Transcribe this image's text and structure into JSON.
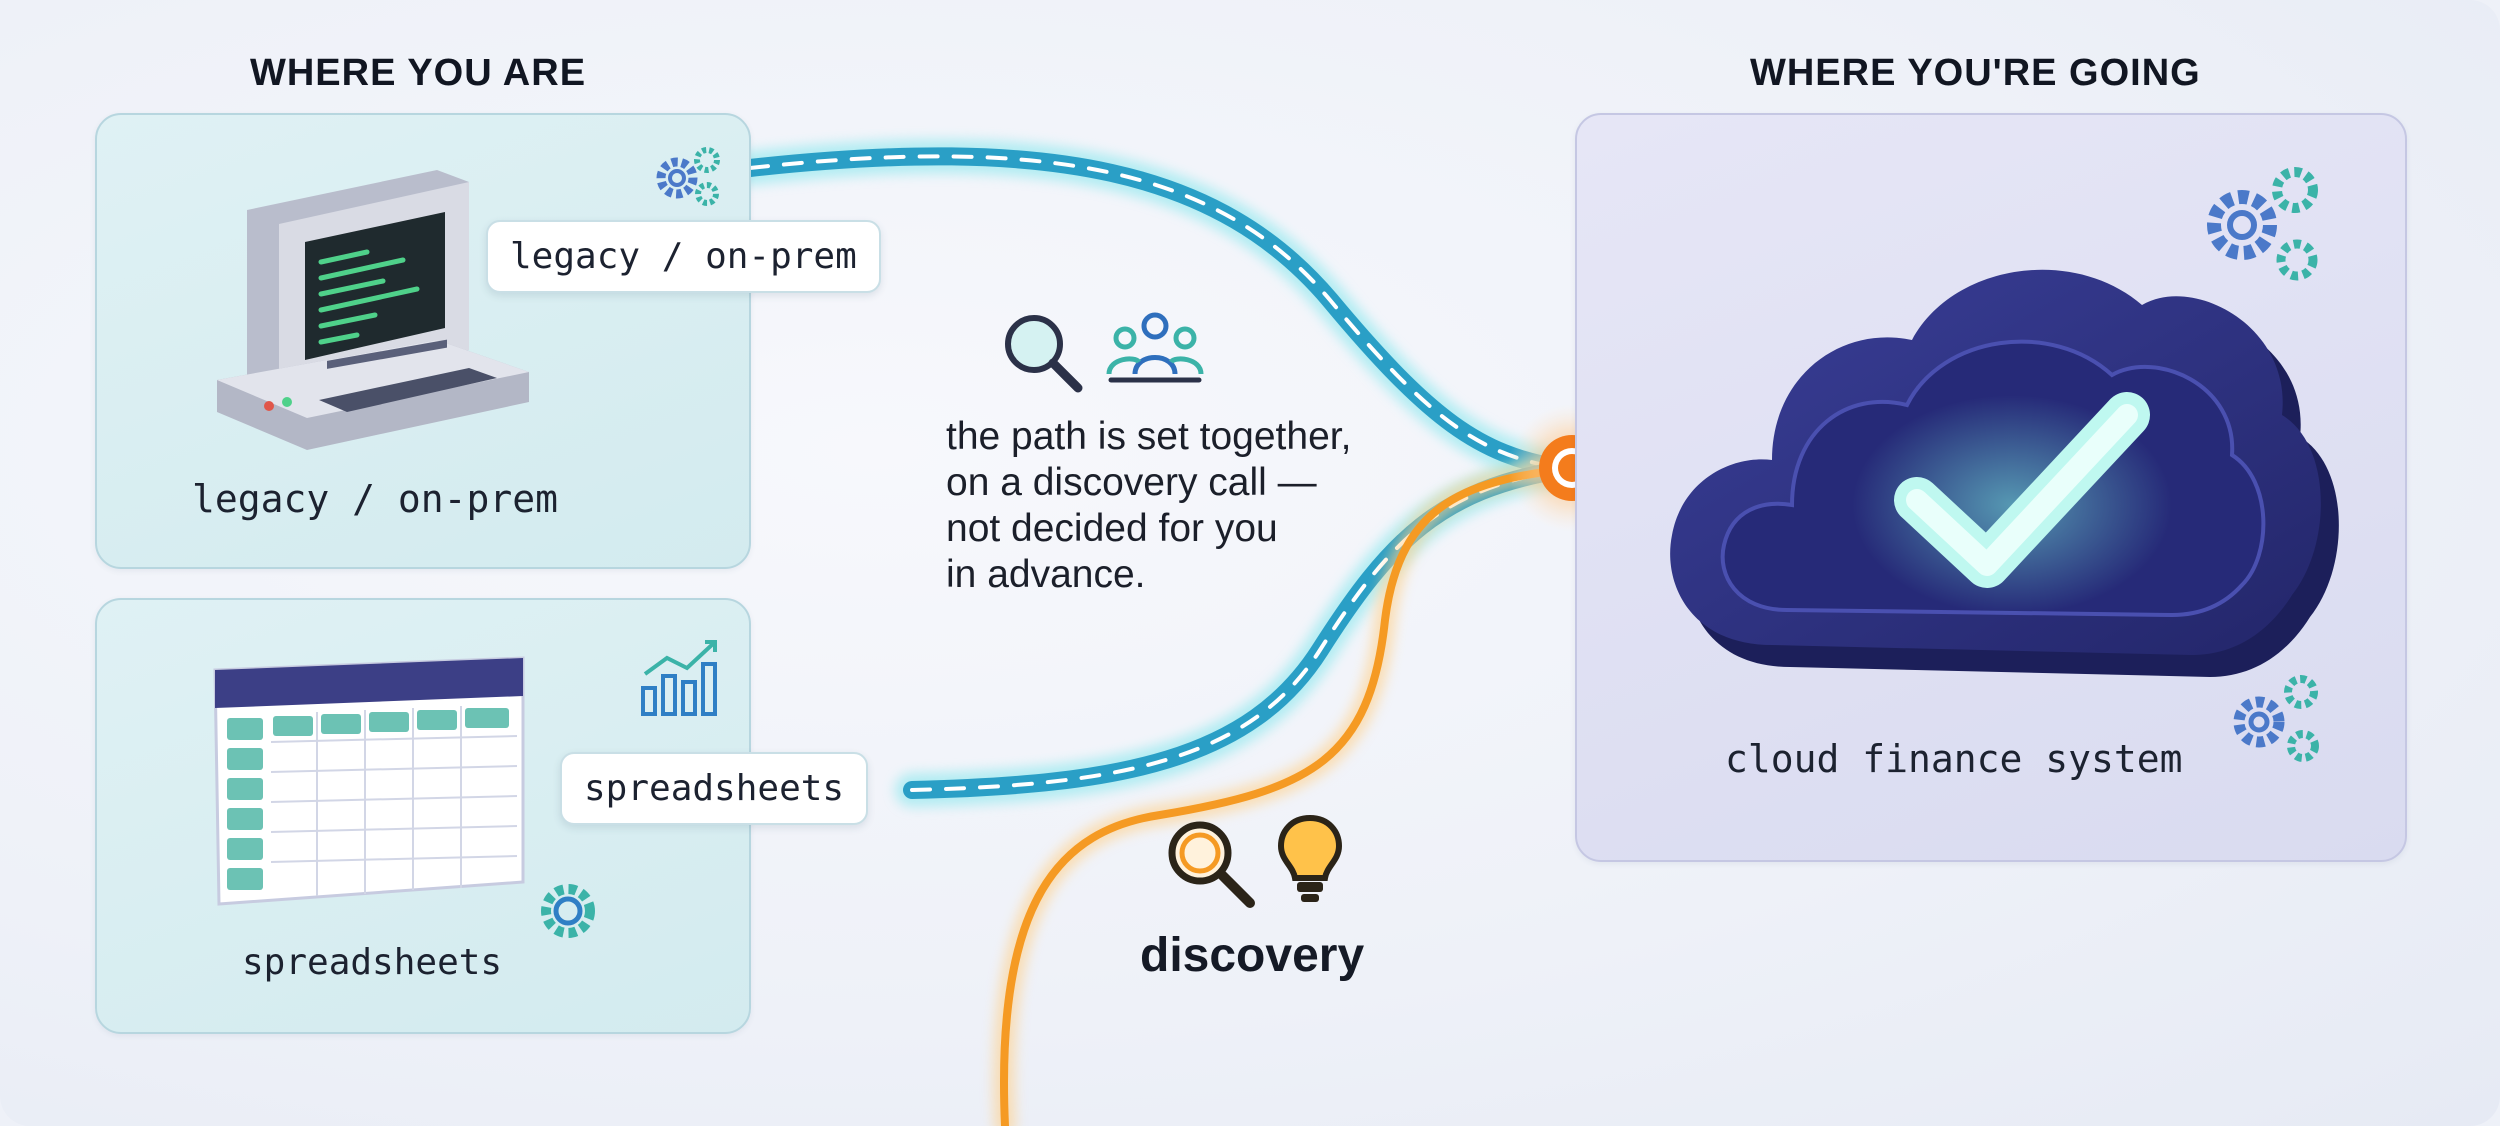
{
  "headings": {
    "left": "WHERE YOU ARE",
    "right": "WHERE YOU'RE GOING"
  },
  "panels": {
    "legacy": {
      "tag": "legacy / on-prem",
      "caption": "legacy / on-prem"
    },
    "spreadsheets": {
      "tag": "spreadsheets",
      "caption": "spreadsheets"
    },
    "cloud": {
      "caption": "cloud finance system"
    }
  },
  "note": {
    "line1": "the path is set together,",
    "line2": "on a discovery call —",
    "line3": "not decided for you",
    "line4": "in advance."
  },
  "discovery": {
    "label": "discovery"
  },
  "colors": {
    "teal_path": "#2aa9c9",
    "orange_path": "#f59a23",
    "meeting_point": "#f47c1c",
    "cloud": "#2b2f7a",
    "check": "#9ff0e6"
  },
  "icons": [
    "gear-cluster-icon",
    "computer-icon",
    "spreadsheet-icon",
    "bar-chart-icon",
    "magnifier-icon",
    "people-icon",
    "lightbulb-icon",
    "cloud-icon",
    "check-icon"
  ]
}
